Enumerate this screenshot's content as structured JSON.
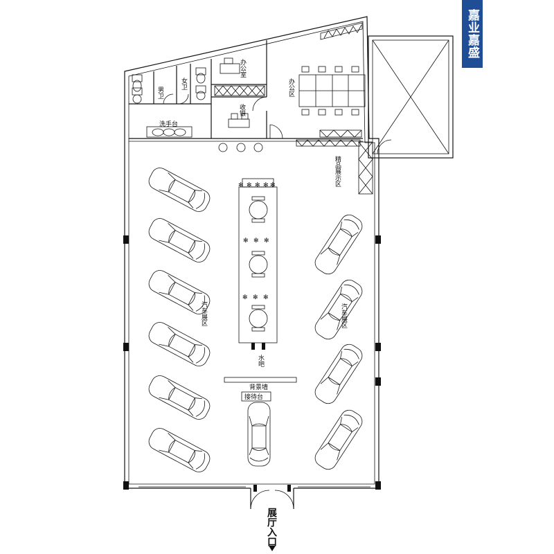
{
  "brand": {
    "name": "嘉业嘉盛",
    "bg_color": "#1f4e96",
    "text_color": "#ffffff"
  },
  "labels": {
    "mens_restroom": "男卫",
    "womens_restroom": "女卫",
    "wash_basin": "洗手台",
    "office_room": "办公室",
    "cashier": "收银",
    "office_area": "办公区",
    "boutique_display": "精品展示区",
    "car_display_area": "汽车展区",
    "water_bar": "水吧",
    "backdrop_wall": "背景墙",
    "reception_desk": "接待台",
    "entrance": "展厅入口"
  },
  "icons": {
    "entrance_arrow": "arrow-down-icon",
    "car": "car-topview-icon",
    "toilet": "toilet-icon",
    "desk_chair": "chair-icon",
    "plant": "plant-icon",
    "round_table": "round-table-icon"
  }
}
